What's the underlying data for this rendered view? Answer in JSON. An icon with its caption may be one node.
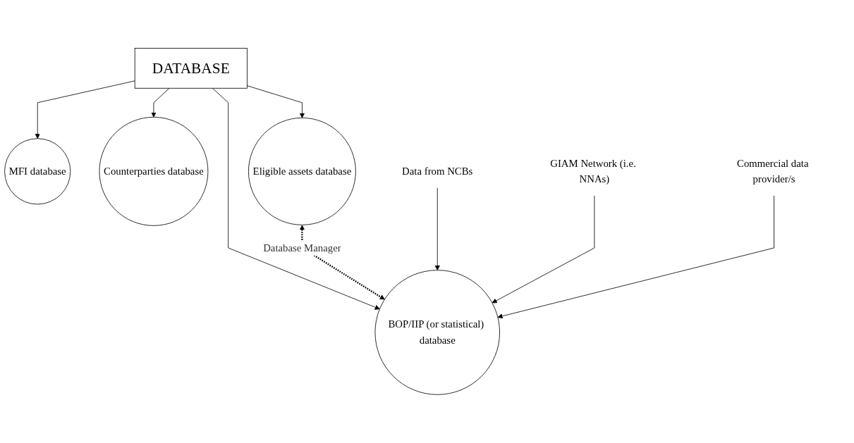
{
  "diagram": {
    "nodes": [
      {
        "text": [
          "DATABASE"
        ]
      },
      {
        "text": [
          "MFI database"
        ]
      },
      {
        "text": [
          "Counterparties database"
        ]
      },
      {
        "text": [
          "Eligible assets database"
        ]
      },
      {
        "text": [
          "BOP/IIP (or statistical) database"
        ]
      },
      {
        "text": [
          "Data from NCBs"
        ]
      },
      {
        "text": [
          "GIAM Network (i.e. NNAs)"
        ]
      },
      {
        "text": [
          "Commercial data provider/s"
        ]
      }
    ],
    "edges": [
      {
        "from": 0,
        "to": 1,
        "arrow": "to"
      },
      {
        "from": 0,
        "to": 2,
        "arrow": "to"
      },
      {
        "from": 0,
        "to": 3,
        "arrow": "to"
      },
      {
        "from": 0,
        "to": 4,
        "arrow": "to"
      },
      {
        "from": 3,
        "to": 4,
        "arrow": "both",
        "label": "Database Manager",
        "style": "dashed"
      },
      {
        "from": 5,
        "to": 4,
        "arrow": "to"
      },
      {
        "from": 6,
        "to": 4,
        "arrow": "to"
      },
      {
        "from": 7,
        "to": 4,
        "arrow": "to"
      }
    ]
  }
}
